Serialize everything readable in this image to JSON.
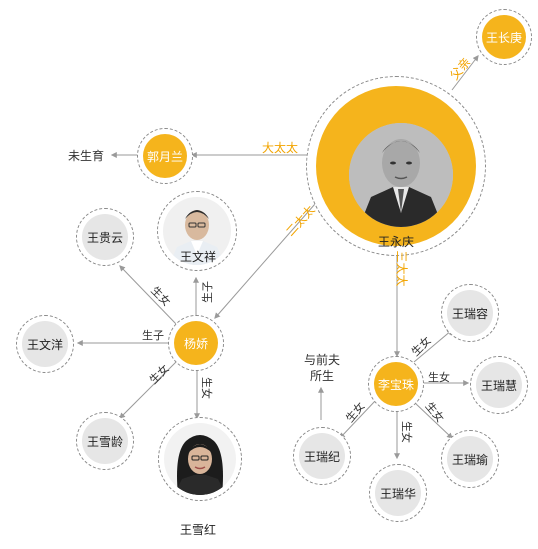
{
  "colors": {
    "accent": "#f5b41c",
    "line": "#9a9a9a",
    "node_gray": "#e6e6e6"
  },
  "people": {
    "wang_yongqing": "王永庆",
    "wang_changgeng": "王长庚",
    "guo_yuelan": "郭月兰",
    "yang_jiao": "杨娇",
    "li_baozhu": "李宝珠",
    "wang_wenxiang": "王文祥",
    "wang_guiyun": "王贵云",
    "wang_wenyang": "王文洋",
    "wang_xueling": "王雪龄",
    "wang_xuehong": "王雪红",
    "wang_ruirong": "王瑞容",
    "wang_ruihui": "王瑞慧",
    "wang_ruiyu": "王瑞瑜",
    "wang_ruihua": "王瑞华",
    "wang_ruiji": "王瑞纪"
  },
  "relations": {
    "father": "父亲",
    "first_wife": "大太太",
    "second_wife": "二太太",
    "third_wife": "三太太",
    "son": "生子",
    "daughter": "生女"
  },
  "notes": {
    "no_children": "未生育",
    "previous_husband_line1": "与前夫",
    "previous_husband_line2": "所生"
  }
}
